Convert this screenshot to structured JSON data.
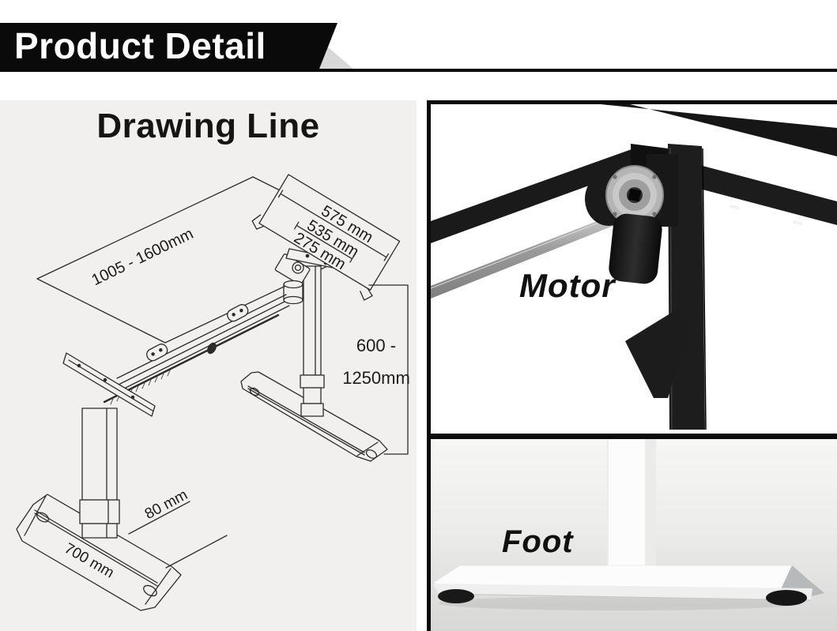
{
  "header": {
    "title": "Product Detail"
  },
  "drawing": {
    "title": "Drawing Line",
    "labels": {
      "top_width_outer": "575 mm",
      "top_width_mid": "535 mm",
      "top_width_inner": "275 mm",
      "frame_length": "1005 - 1600mm",
      "height_line1": "600 -",
      "height_line2": "1250mm",
      "foot_width": "80 mm",
      "foot_length": "700 mm"
    }
  },
  "motor": {
    "label": "Motor"
  },
  "foot": {
    "label": "Foot"
  },
  "colors": {
    "banner": "#0a0a0a",
    "drawing_panel_bg": "#f1f0ee",
    "line": "#2b2b2b",
    "photo_bg": "#ffffff",
    "foot_bg_top": "#f6f6f5",
    "foot_bg_bottom": "#d7d7d6"
  }
}
